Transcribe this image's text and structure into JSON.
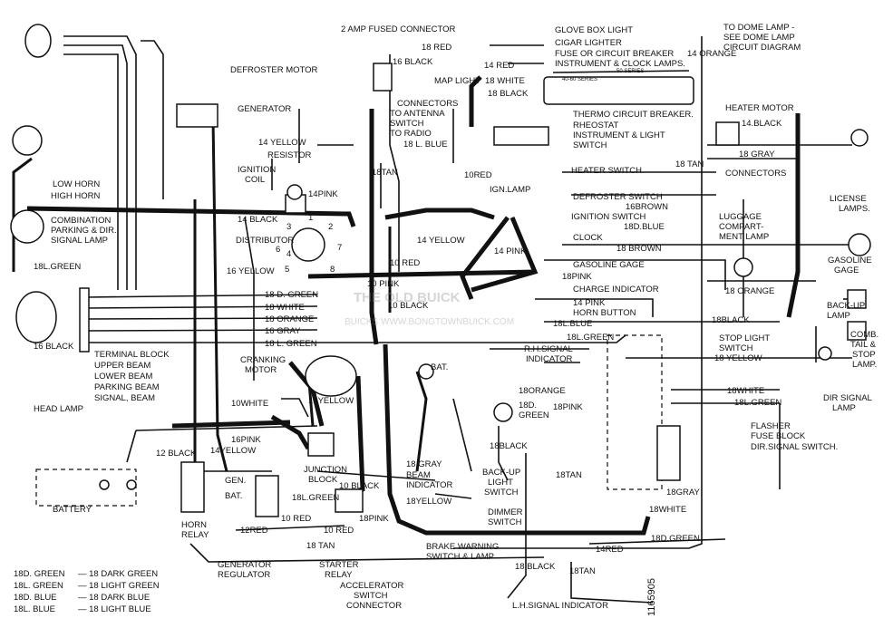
{
  "labels": {
    "two_amp": "2 AMP FUSED CONNECTOR",
    "glove_box": "GLOVE BOX LIGHT",
    "cigar": "CIGAR LIGHTER",
    "fuse_cb": "FUSE OR CIRCUIT BREAKER",
    "instr_clock": "INSTRUMENT & CLOCK LAMPS.",
    "series_50": "50 SERIES",
    "series_4060": "40-60 SERIES",
    "dome1": "TO DOME LAMP -",
    "dome2": "SEE DOME LAMP",
    "dome3": "CIRCUIT DIAGRAM",
    "w18red_top": "18 RED",
    "w16black_top": "16 BLACK",
    "w14red_top": "14 RED",
    "w14orange": "14 ORANGE",
    "defroster_motor": "DEFROSTER MOTOR",
    "map_light": "MAP LIGHT",
    "w18white_top": "18 WHITE",
    "w18black_top": "18 BLACK",
    "thermo_cb": "THERMO CIRCUIT BREAKER.",
    "rheostat": "RHEOSTAT",
    "instr_light_sw1": "INSTRUMENT & LIGHT",
    "instr_light_sw2": "SWITCH",
    "connectors1": "CONNECTORS",
    "connectors2": "TO ANTENNA",
    "connectors3": "SWITCH",
    "connectors4": "TO RADIO",
    "w18lblue": "18 L. BLUE",
    "generator": "GENERATOR",
    "w14yellow": "14 YELLOW",
    "resistor": "RESISTOR",
    "ign_coil1": "IGNITION",
    "ign_coil2": "COIL",
    "w14pink": "14PINK",
    "w14black": "14 BLACK",
    "distributor": "DISTRIBUTOR",
    "w16yellow": "16 YELLOW",
    "w18tan_mid": "18TAN",
    "w10red_top": "10RED",
    "ign_lamp": "IGN.LAMP",
    "heater_sw": "HEATER SWITCH",
    "defroster_sw": "DEFROSTER SWITCH",
    "w16brown": "16BROWN",
    "ignition_sw": "IGNITION SWITCH",
    "w18dblue_r": "18D.BLUE",
    "clock": "CLOCK",
    "w18brown": "18 BROWN",
    "w14pink_mid": "14 PINK",
    "w14yellow_mid": "14 YELLOW",
    "gas_gage": "GASOLINE GAGE",
    "w18pink": "18PINK",
    "charge_ind": "CHARGE INDICATOR",
    "w10red_mid": "10 RED",
    "w10pink": "10 PINK",
    "w10black": "10 BLACK",
    "w14pink_low": "14 PINK",
    "horn_button": "HORN BUTTON",
    "w18lblue_low": "18L.BLUE",
    "w18gray_top": "18 GRAY",
    "w18tan_top": "18 TAN",
    "heater_motor": "HEATER MOTOR",
    "w14black_r": "14.BLACK",
    "connectors_r": "CONNECTORS",
    "license_lamps1": "LICENSE",
    "license_lamps2": "LAMPS.",
    "luggage1": "LUGGAGE",
    "luggage2": "COMPART-",
    "luggage3": "MENT LAMP",
    "gas_gage_r1": "GASOLINE",
    "gas_gage_r2": "GAGE",
    "w18orange_r": "18 ORANGE",
    "w18black_r": "18BLACK",
    "backup_lamp1": "BACK-UP",
    "backup_lamp2": "LAMP",
    "comb_tail1": "COMB.",
    "comb_tail2": "TAIL &",
    "comb_tail3": "STOP",
    "comb_tail4": "LAMP.",
    "stop_sw1": "STOP LIGHT",
    "stop_sw2": "SWITCH",
    "w18yellow_r": "18 YELLOW",
    "w18white_r": "18WHITE",
    "w18lgreen_r": "18L.GREEN",
    "dir_signal_lamp1": "DIR SIGNAL",
    "dir_signal_lamp2": "LAMP",
    "flasher": "FLASHER",
    "fuse_block": "FUSE BLOCK",
    "dir_signal_sw": "DIR.SIGNAL SWITCH.",
    "low_horn": "LOW HORN",
    "high_horn": "HIGH HORN",
    "comb_park1": "COMBINATION",
    "comb_park2": "PARKING & DIR.",
    "comb_park3": "SIGNAL LAMP",
    "w18lgreen_l": "18L.GREEN",
    "w18dgreen": "18 D. GREEN",
    "w18white": "18 WHITE",
    "w18orange": "18 ORANGE",
    "w16gray": "16 GRAY",
    "w18lgreen": "18 L. GREEN",
    "w16black_l": "16 BLACK",
    "terminal_block": "TERMINAL BLOCK",
    "upper_beam": "UPPER BEAM",
    "lower_beam": "LOWER BEAM",
    "parking_beam": "PARKING BEAM",
    "signal_beam": "SIGNAL, BEAM",
    "head_lamp": "HEAD LAMP",
    "cranking1": "CRANKING",
    "cranking2": "MOTOR",
    "w16yellow_c": "16YELLOW",
    "w10white": "10WHITE",
    "w16pink": "16PINK",
    "w14yellow_low": "14YELLOW",
    "w12black": "12 BLACK",
    "battery": "BATTERY",
    "junction1": "JUNCTION",
    "junction2": "BLOCK",
    "gen": "GEN.",
    "bat": "BAT.",
    "horn_relay1": "HORN",
    "horn_relay2": "RELAY",
    "w12red": "12RED",
    "w10red_low": "10 RED",
    "w10red_bot": "10 RED",
    "w18lgreen_low": "18L.GREEN",
    "w10black_low": "10 BLACK",
    "w18tan_low": "18 TAN",
    "gen_reg1": "GENERATOR",
    "gen_reg2": "REGULATOR",
    "starter1": "STARTER",
    "starter2": "RELAY",
    "w18gray_low": "18 GRAY",
    "beam_ind1": "BEAM",
    "beam_ind2": "INDICATOR",
    "w18yellow_low": "18YELLOW",
    "w18pink_low": "18PINK",
    "bat_mid": "BAT.",
    "backup_sw1": "BACK-UP",
    "backup_sw2": "LIGHT",
    "backup_sw3": "SWITCH",
    "dimmer1": "DIMMER",
    "dimmer2": "SWITCH",
    "w18black_mid": "18BLACK",
    "brake1": "BRAKE WARNING",
    "brake2": "SWITCH & LAMP",
    "accel1": "ACCELERATOR",
    "accel2": "SWITCH",
    "accel3": "CONNECTOR",
    "w18black_bot": "18 BLACK",
    "w18tan_bot": "18TAN",
    "lh_signal": "L.H.SIGNAL INDICATOR",
    "w14red_bot": "14RED",
    "w18dgreen_bot": "18D.GREEN",
    "w18white_bot": "18WHITE",
    "w18gray_bot": "18GRAY",
    "w18tan_mid2": "18TAN",
    "rh_signal1": "R.H.SIGNAL",
    "rh_signal2": "INDICATOR",
    "w18orange_mid": "18ORANGE",
    "w18d": "18D.",
    "green": "GREEN",
    "w18pink_mid": "18PINK",
    "w18lgreen_mid": "18L.GREEN",
    "fig_no": "1165905",
    "watermark1": "THE OLD BUICK",
    "watermark2": "BUICKS  WWW.BONGTOWNBUICK.COM"
  },
  "legend": [
    [
      "18D. GREEN",
      "— 18 DARK GREEN"
    ],
    [
      "18L. GREEN",
      "— 18 LIGHT GREEN"
    ],
    [
      "18D. BLUE",
      "— 18 DARK BLUE"
    ],
    [
      "18L. BLUE",
      "— 18 LIGHT BLUE"
    ]
  ],
  "distributor_numbers": [
    "1",
    "2",
    "3",
    "4",
    "5",
    "6",
    "7",
    "8"
  ]
}
